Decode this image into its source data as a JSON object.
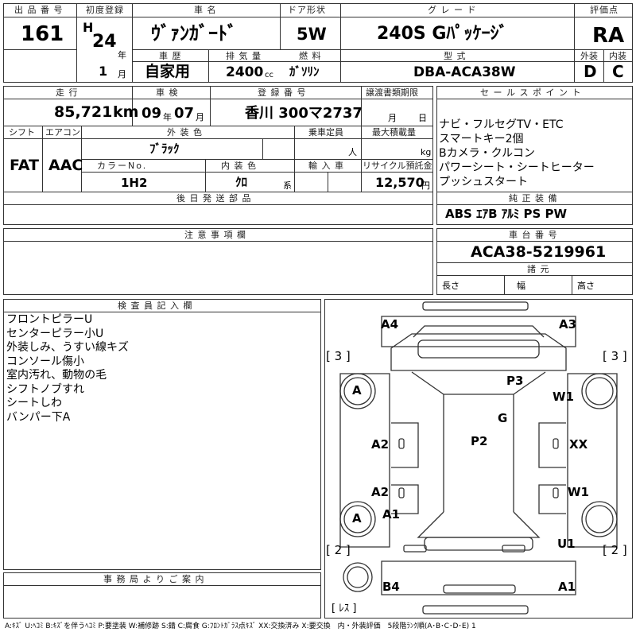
{
  "header": {
    "lot_label": "出 品 番 号",
    "lot_value": "161",
    "reg_label": "初度登録",
    "era": "H",
    "reg_year": "24",
    "year_unit": "年",
    "reg_month": "1",
    "month_unit": "月",
    "name_label": "車 名",
    "name_value": "ｳﾞｧﾝｶﾞｰﾄﾞ",
    "door_label": "ドア形状",
    "door_value": "5W",
    "grade_label": "グ レ ー ド",
    "grade_value": "240S Gﾊﾟｯｹｰｼﾞ",
    "score_label": "評価点",
    "score_value": "RA",
    "history_label": "車 歴",
    "history_value": "自家用",
    "disp_label": "排 気 量",
    "disp_value": "2400",
    "disp_unit": "cc",
    "fuel_label": "燃 料",
    "fuel_value": "ｶﾞｿﾘﾝ",
    "model_label": "型 式",
    "model_value": "DBA-ACA38W",
    "ext_label": "外装",
    "ext_value": "D",
    "int_label": "内装",
    "int_value": "C"
  },
  "info": {
    "mileage_label": "走 行",
    "mileage_value": "85,721",
    "mileage_unit": "km",
    "inspect_label": "車 検",
    "inspect_year": "09",
    "inspect_year_unit": "年",
    "inspect_month": "07",
    "inspect_month_unit": "月",
    "plate_label": "登 録 番 号",
    "plate_value": "香川 300マ2737",
    "doc_label": "譲渡書類期限",
    "doc_month": "月",
    "doc_day": "日",
    "shift_label": "シフト",
    "shift_value": "FAT",
    "ac_label": "エアコン",
    "ac_value": "AAC",
    "color_label": "外 装 色",
    "color_value": "ﾌﾞﾗｯｸ",
    "cap_label": "乗車定員",
    "cap_unit": "人",
    "load_label": "最大積載量",
    "load_unit": "kg",
    "colorno_label": "カラーNo.",
    "colorno_value": "1H2",
    "intcolor_label": "内 装 色",
    "intcolor_value": "ｸﾛ",
    "intcolor_unit": "系",
    "import_label": "輸 入 車",
    "recycle_label": "リサイクル預託金",
    "recycle_value": "12,570",
    "recycle_unit": "円"
  },
  "sales": {
    "label": "セ ー ル ス ポ イ ン ト",
    "lines": [
      "ナビ・フルセグTV・ETC",
      "スマートキー2個",
      "Bカメラ・クルコン",
      "パワーシート・シートヒーター",
      "プッシュスタート"
    ]
  },
  "equip": {
    "label": "純 正 装 備",
    "value": "ABS ｴｱB ｱﾙﾐ PS PW"
  },
  "later": {
    "label": "後 日 発 送 部 品"
  },
  "caution": {
    "label": "注 意 事 項 欄"
  },
  "chassis": {
    "label": "車 台 番 号",
    "value": "ACA38-5219961"
  },
  "dims": {
    "label": "諸 元",
    "length": "長さ",
    "width": "幅",
    "height": "高さ"
  },
  "inspector": {
    "label": "検 査 員 記 入 欄",
    "lines": [
      "フロントピラーU",
      "センターピラー小U",
      "外装しみ、うすい線キズ",
      "コンソール傷小",
      "室内汚れ、動物の毛",
      "シフトノブすれ",
      "シートしわ",
      "バンパー下A"
    ]
  },
  "office": {
    "label": "事 務 局 よ り ご 案 内"
  },
  "diagram": {
    "marks": {
      "a4": "A4",
      "a3": "A3",
      "p3": "P3",
      "w1_upper": "W1",
      "g": "G",
      "a_upper": "A",
      "a2_upper": "A2",
      "p2": "P2",
      "xx": "XX",
      "a2_lower": "A2",
      "w1_lower": "W1",
      "a_lower": "A",
      "a1_left": "A1",
      "u1": "U1",
      "b4": "B4",
      "a1_bottom": "A1"
    },
    "tire_left_top": "[ 3 ]",
    "tire_right_top": "[ 3 ]",
    "tire_left_bottom": "[ 2 ]",
    "tire_right_bottom": "[ 2 ]",
    "spare": "[ ﾚｽ ]"
  },
  "legend": "A:ｷｽﾞ U:ﾍｺﾐ B:ｷｽﾞを伴うﾍｺﾐ P:要塗装 W:補修跡 S:錆 C:腐食 G:ﾌﾛﾝﾄｶﾞﾗｽ点ｷｽﾞ XX:交換済み X:要交換　内・外装評価　5段階ﾗﾝｸ順(A･B･C･D･E) 1"
}
